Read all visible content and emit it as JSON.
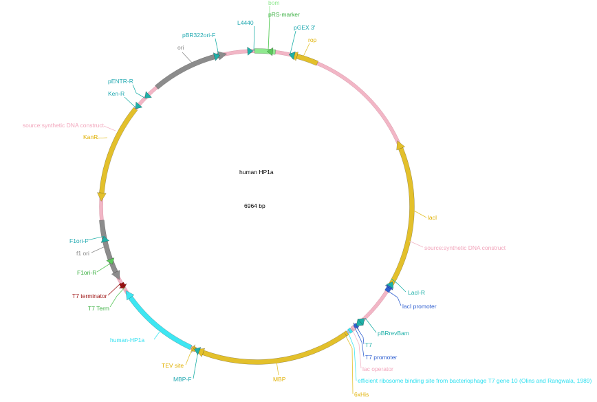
{
  "map": {
    "name": "human HP1a",
    "length_label": "6964 bp",
    "length_bp": 6964
  },
  "colors": {
    "yellow": "#e3c02b",
    "pink": "#f2b6c6",
    "gray": "#8c8c8c",
    "cyan": "#3ee6f2",
    "teal": "#1fb0a8",
    "green": "#5cc85c",
    "lightgreen": "#8fe88f",
    "blue": "#2f5fd0",
    "darkred": "#9c1010"
  },
  "features": [
    {
      "name": "rop",
      "start": 232,
      "end": 445,
      "color": "yellow",
      "dir": -1
    },
    {
      "name": "lacI",
      "start": 1257,
      "end": 2321,
      "color": "yellow",
      "dir": -1
    },
    {
      "name": "lacI promoter",
      "start": 2321,
      "end": 2380,
      "color": "blue",
      "dir": -1
    },
    {
      "name": "T7 promoter",
      "start": 2700,
      "end": 2725,
      "color": "blue",
      "dir": 1
    },
    {
      "name": "lac operator",
      "start": 2727,
      "end": 2745,
      "color": "pink",
      "dir": 0
    },
    {
      "name": "efficient ribosome binding site",
      "start": 2755,
      "end": 2775,
      "color": "cyan",
      "dir": 0
    },
    {
      "name": "6xHis",
      "start": 2790,
      "end": 2808,
      "color": "yellow",
      "dir": 0
    },
    {
      "name": "MBP",
      "start": 2810,
      "end": 3930,
      "color": "yellow",
      "dir": 1
    },
    {
      "name": "TEV site",
      "start": 3930,
      "end": 3960,
      "color": "yellow",
      "dir": 1
    },
    {
      "name": "human-HP1a",
      "start": 3965,
      "end": 4590,
      "color": "cyan",
      "dir": 1
    },
    {
      "name": "T7 terminator",
      "start": 4610,
      "end": 4650,
      "color": "darkred",
      "dir": -1
    },
    {
      "name": "f1 ori",
      "start": 4680,
      "end": 5125,
      "color": "gray",
      "dir": -1
    },
    {
      "name": "KanR",
      "start": 5260,
      "end": 5975,
      "color": "yellow",
      "dir": -1
    },
    {
      "name": "ori",
      "start": 6190,
      "end": 6750,
      "color": "gray",
      "dir": 1
    },
    {
      "name": "bom",
      "start": 6950,
      "end": 135,
      "color": "lightgreen",
      "dir": 0
    }
  ],
  "primers": [
    {
      "name": "pBR322ori-F",
      "pos": 6700,
      "color": "teal",
      "dir": 1
    },
    {
      "name": "L4440",
      "pos": 6940,
      "color": "teal",
      "dir": 1
    },
    {
      "name": "pRS-marker",
      "pos": 75,
      "color": "green",
      "dir": -1
    },
    {
      "name": "pGEX 3'",
      "pos": 232,
      "color": "teal",
      "dir": -1
    },
    {
      "name": "LacI-R",
      "pos": 2300,
      "color": "teal",
      "dir": -1
    },
    {
      "name": "pBRrevBam",
      "pos": 2630,
      "color": "teal",
      "dir": -1
    },
    {
      "name": "T7",
      "pos": 2710,
      "color": "teal",
      "dir": 1
    },
    {
      "name": "MBP-F",
      "pos": 3940,
      "color": "teal",
      "dir": 1
    },
    {
      "name": "F1ori-R",
      "pos": 4800,
      "color": "green",
      "dir": -1
    },
    {
      "name": "F1ori-F",
      "pos": 5010,
      "color": "teal",
      "dir": 1
    },
    {
      "name": "Ken-R",
      "pos": 5975,
      "color": "teal",
      "dir": -1
    },
    {
      "name": "pENTR-R",
      "pos": 6075,
      "color": "teal",
      "dir": -1
    }
  ],
  "labels": {
    "bom": "bom",
    "prs": "pRS-marker",
    "l4440": "L4440",
    "pgex": "pGEX 3'",
    "rop": "rop",
    "pbr": "pBR322ori-F",
    "ori": "ori",
    "pentr": "pENTR-R",
    "kenr": "Ken-R",
    "src1": "source:synthetic DNA construct",
    "kanr": "KanR",
    "laci": "lacI",
    "src2": "source:synthetic DNA construct",
    "lacir": "LacI-R",
    "lacip": "lacI promoter",
    "pbrrev": "pBRrevBam",
    "t7": "T7",
    "t7p": "T7 promoter",
    "lacop": "lac operator",
    "rbs": "efficient ribosome binding site from bacteriophage  T7 gene 10 (Olins and Rangwala, 1989)",
    "his": "6xHis",
    "mbp": "MBP",
    "f1f": "F1ori-F",
    "f1": "f1 ori",
    "f1r": "F1ori-R",
    "t7t": "T7 terminator",
    "t7term": "T7 Term",
    "hp1a": "human-HP1a",
    "tev": "TEV site",
    "mbpf": "MBP-F"
  }
}
